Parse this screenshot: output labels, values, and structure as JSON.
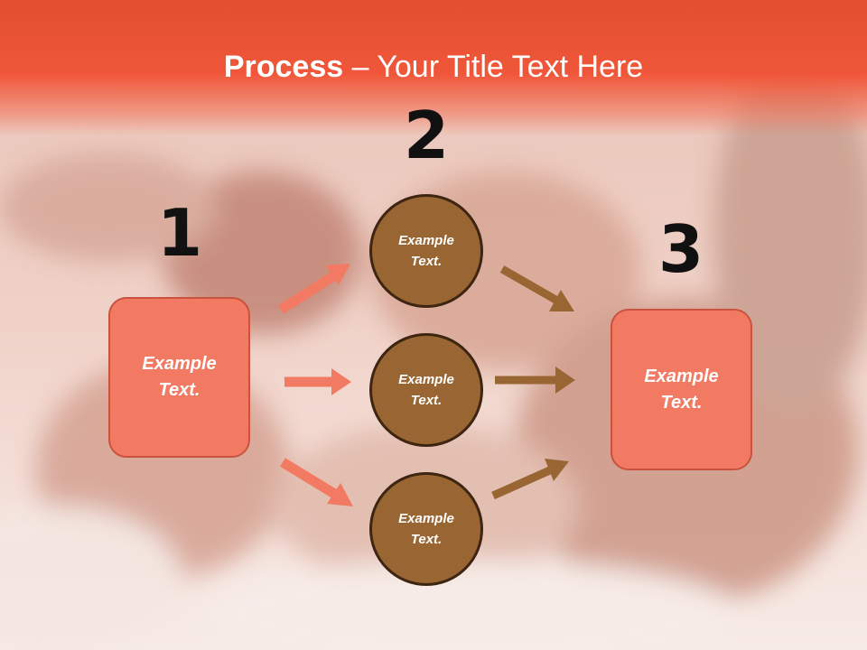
{
  "slide": {
    "title_bold": "Process",
    "title_separator": " – ",
    "title_rest": "Your Title Text Here"
  },
  "steps": {
    "one": {
      "number": "1",
      "text": "Example Text."
    },
    "two": {
      "number": "2",
      "circles": [
        {
          "text": "Example Text."
        },
        {
          "text": "Example Text."
        },
        {
          "text": "Example Text."
        }
      ]
    },
    "three": {
      "number": "3",
      "text": "Example Text."
    }
  },
  "colors": {
    "title_bar": "#f0573a",
    "box_fill": "#f27a62",
    "box_border": "#c9533f",
    "circle_fill": "#996633",
    "circle_border": "#3d2511",
    "arrow_salmon": "#f27a62",
    "arrow_brown": "#996633"
  }
}
